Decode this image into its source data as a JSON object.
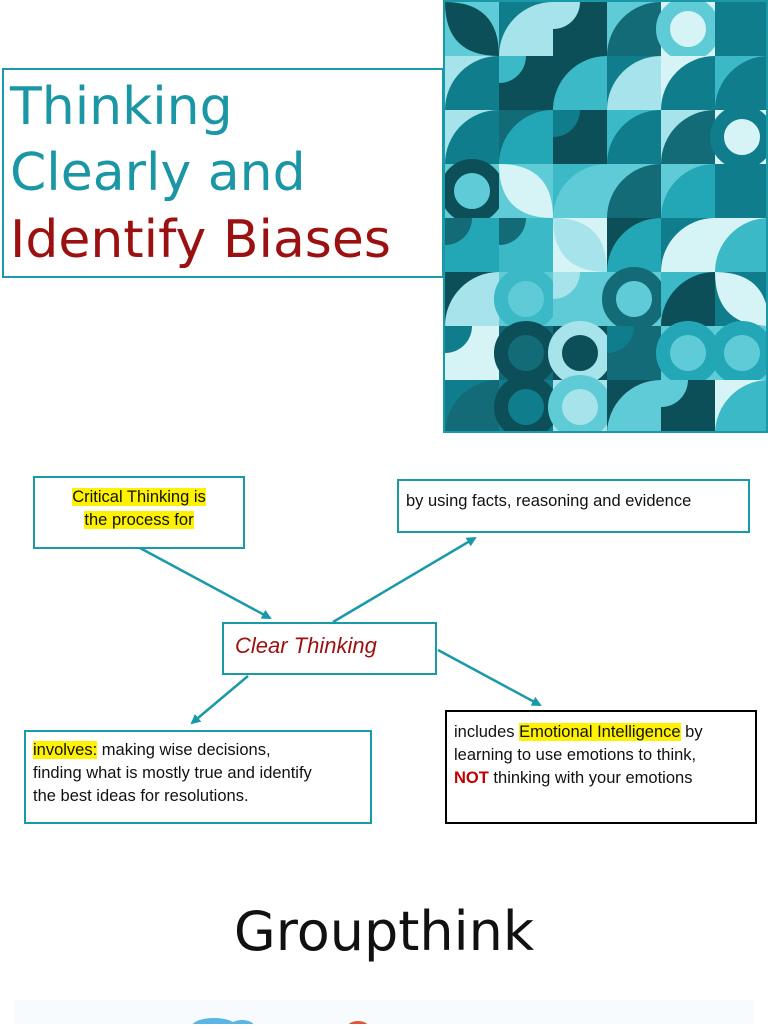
{
  "title": {
    "line1": "Thinking",
    "line2": "Clearly and",
    "line3": "Identify Biases"
  },
  "colors": {
    "teal_text": "#1a96a4",
    "red_text": "#9b1010",
    "border_teal": "#1a9aa8",
    "highlight": "#fff200"
  },
  "diagram": {
    "critical_box": {
      "line1": "Critical Thinking is",
      "line2": "the process for"
    },
    "facts_box": "by using facts, reasoning and evidence",
    "center": "Clear Thinking",
    "involves_box": {
      "label": "involves:",
      "line1_rest": " making wise decisions,",
      "line2": "finding what is mostly true and identify",
      "line3": "the best ideas for resolutions."
    },
    "emotional_box": {
      "prefix": "includes ",
      "highlight": "Emotional Intelligence",
      "suffix": " by",
      "line2": "learning to use emotions to think,",
      "not": "NOT",
      "line3_rest": " thinking with your emotions"
    }
  },
  "section_title": "Groupthink"
}
